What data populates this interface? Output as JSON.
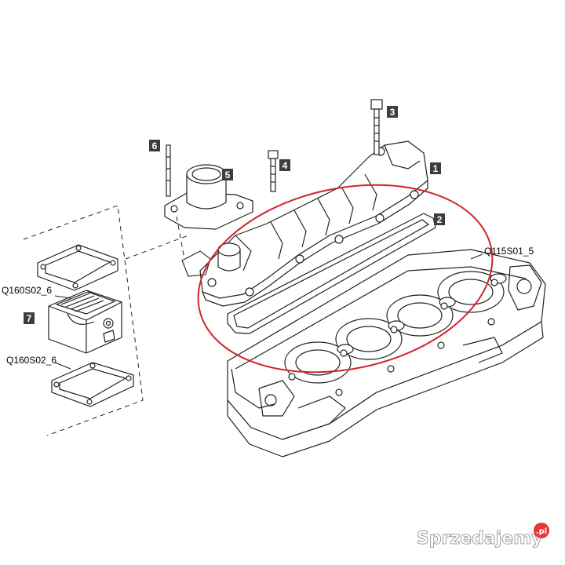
{
  "diagram": {
    "callouts": [
      "1",
      "2",
      "3",
      "4",
      "5",
      "6",
      "7"
    ],
    "reference_labels": [
      "Q115S01_5",
      "Q160S02_6",
      "Q160S02_6"
    ],
    "highlight_color": "#d0252c"
  },
  "watermark": {
    "text": "Sprzedajemy",
    "suffix": ".pl",
    "badge_color": "#e53935"
  }
}
